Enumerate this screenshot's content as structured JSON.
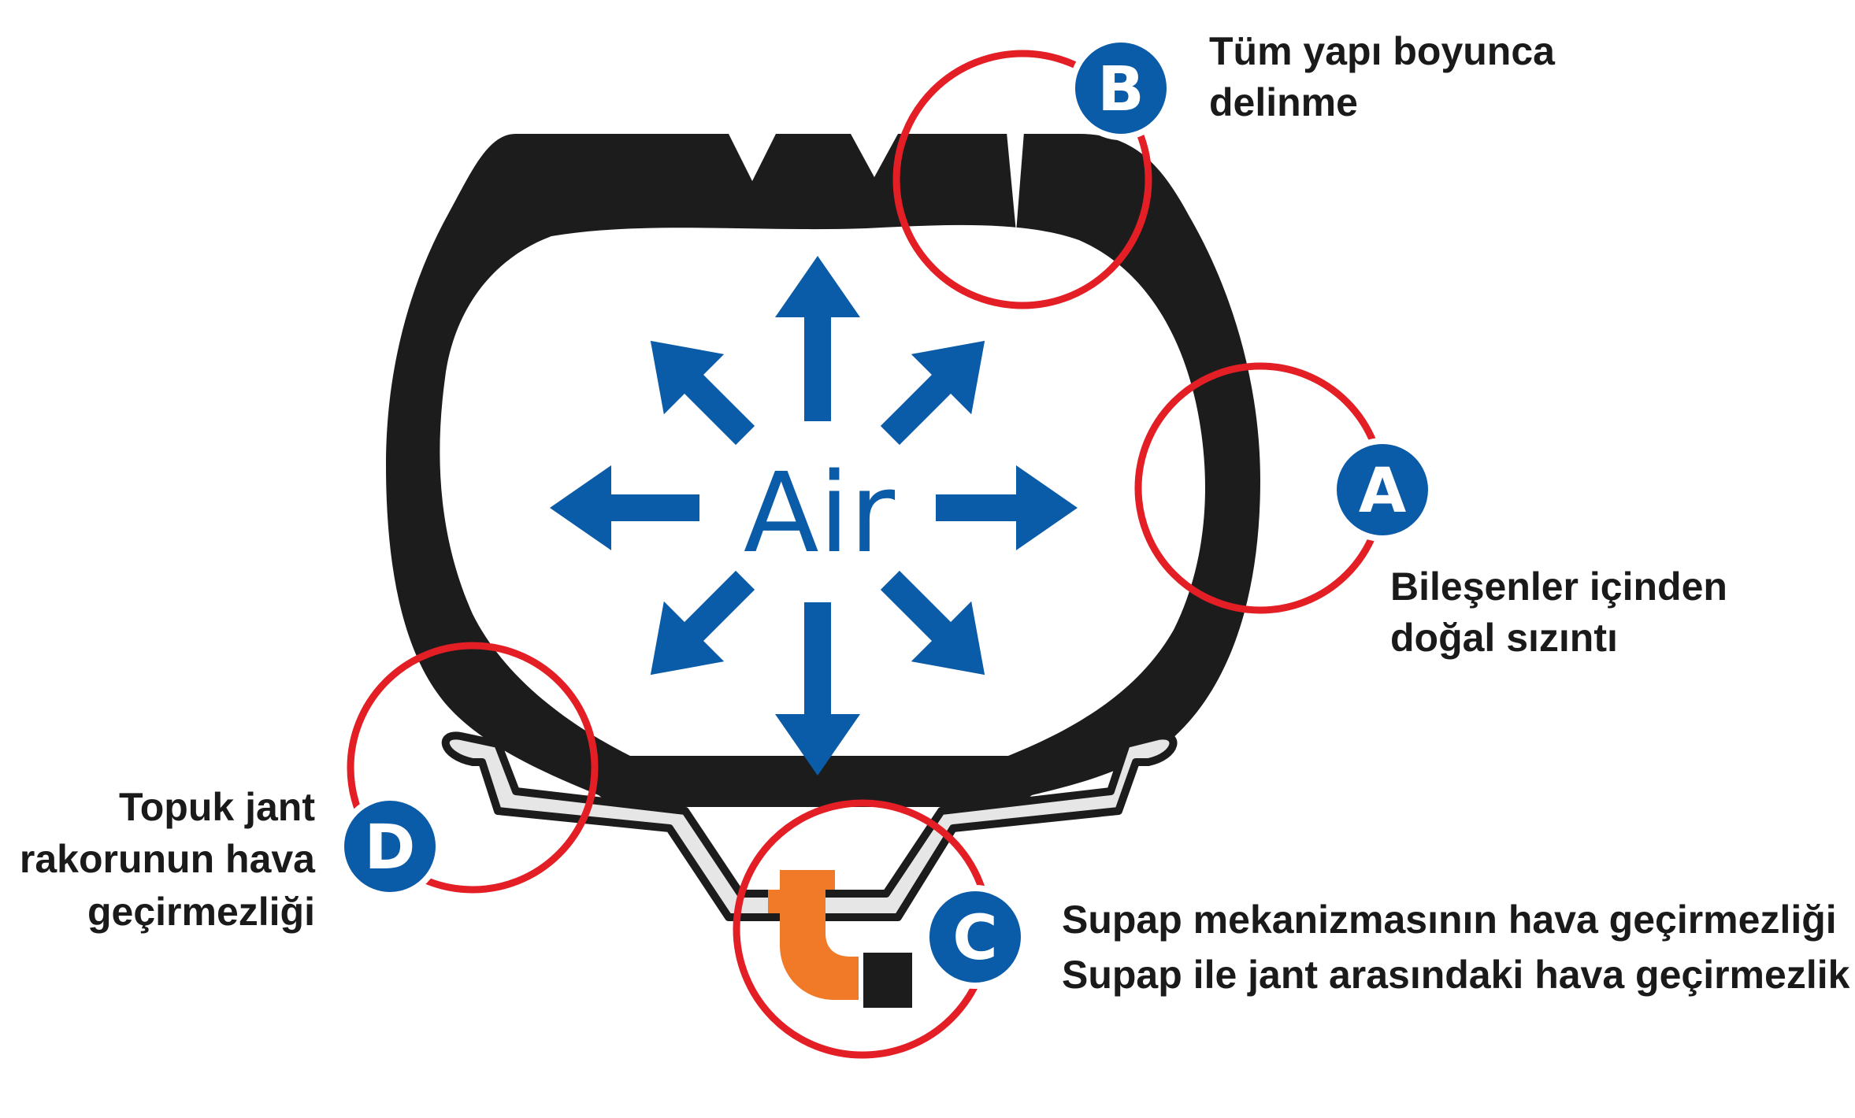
{
  "diagram": {
    "center_label": "Air",
    "colors": {
      "tire": "#1c1c1c",
      "rim_fill": "#e6e6e6",
      "rim_stroke": "#1c1c1c",
      "arrow": "#0a5ba8",
      "highlight_circle": "#e31e24",
      "badge": "#0a5ba8",
      "badge_ring": "#ffffff",
      "valve": "#f07a28",
      "valve_cap": "#1c1c1c"
    },
    "icons": {
      "tire": "tire-cross-section",
      "rim": "wheel-rim",
      "valve": "valve-stem-icon",
      "arrows": "arrow-icon"
    }
  },
  "callouts": {
    "A": {
      "badge": "A",
      "lines": [
        "Bileşenler içinden",
        "doğal sızıntı"
      ]
    },
    "B": {
      "badge": "B",
      "lines": [
        "Tüm yapı boyunca",
        "delinme"
      ]
    },
    "C": {
      "badge": "C",
      "lines": [
        "Supap mekanizmasının hava geçirmezliği",
        "Supap ile jant arasındaki hava geçirmezlik"
      ]
    },
    "D": {
      "badge": "D",
      "lines": [
        "Topuk jant",
        "rakorunun hava",
        "geçirmezliği"
      ]
    }
  }
}
